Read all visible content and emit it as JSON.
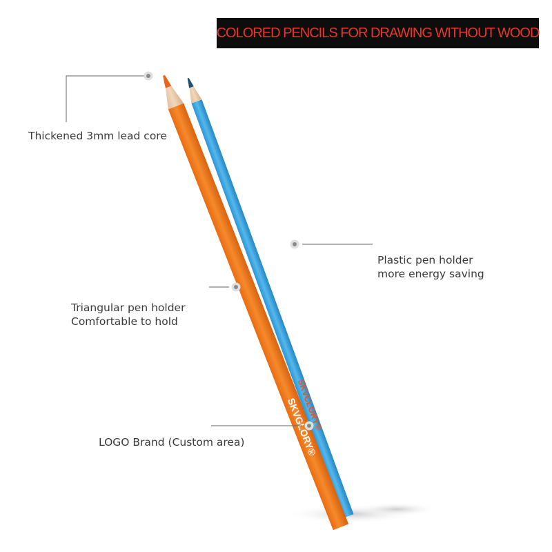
{
  "banner": {
    "title": "COLORED PENCILS FOR DRAWING WITHOUT WOOD"
  },
  "pencils": {
    "orange": {
      "brand": "SKVGLORY®",
      "body_color": "#f07a1e",
      "lead_color": "#e7661c"
    },
    "blue": {
      "brand": "SKVCLORY®",
      "body_color": "#3aa6e0",
      "lead_color": "#1f4f73"
    }
  },
  "callouts": {
    "lead_core": {
      "text": "Thickened 3mm lead core"
    },
    "plastic_holder": {
      "line1": "Plastic pen holder",
      "line2": "more energy saving"
    },
    "triangular_holder": {
      "line1": "Triangular pen holder",
      "line2": "Comfortable to hold"
    },
    "logo_brand": {
      "text": "LOGO Brand (Custom area)"
    }
  }
}
